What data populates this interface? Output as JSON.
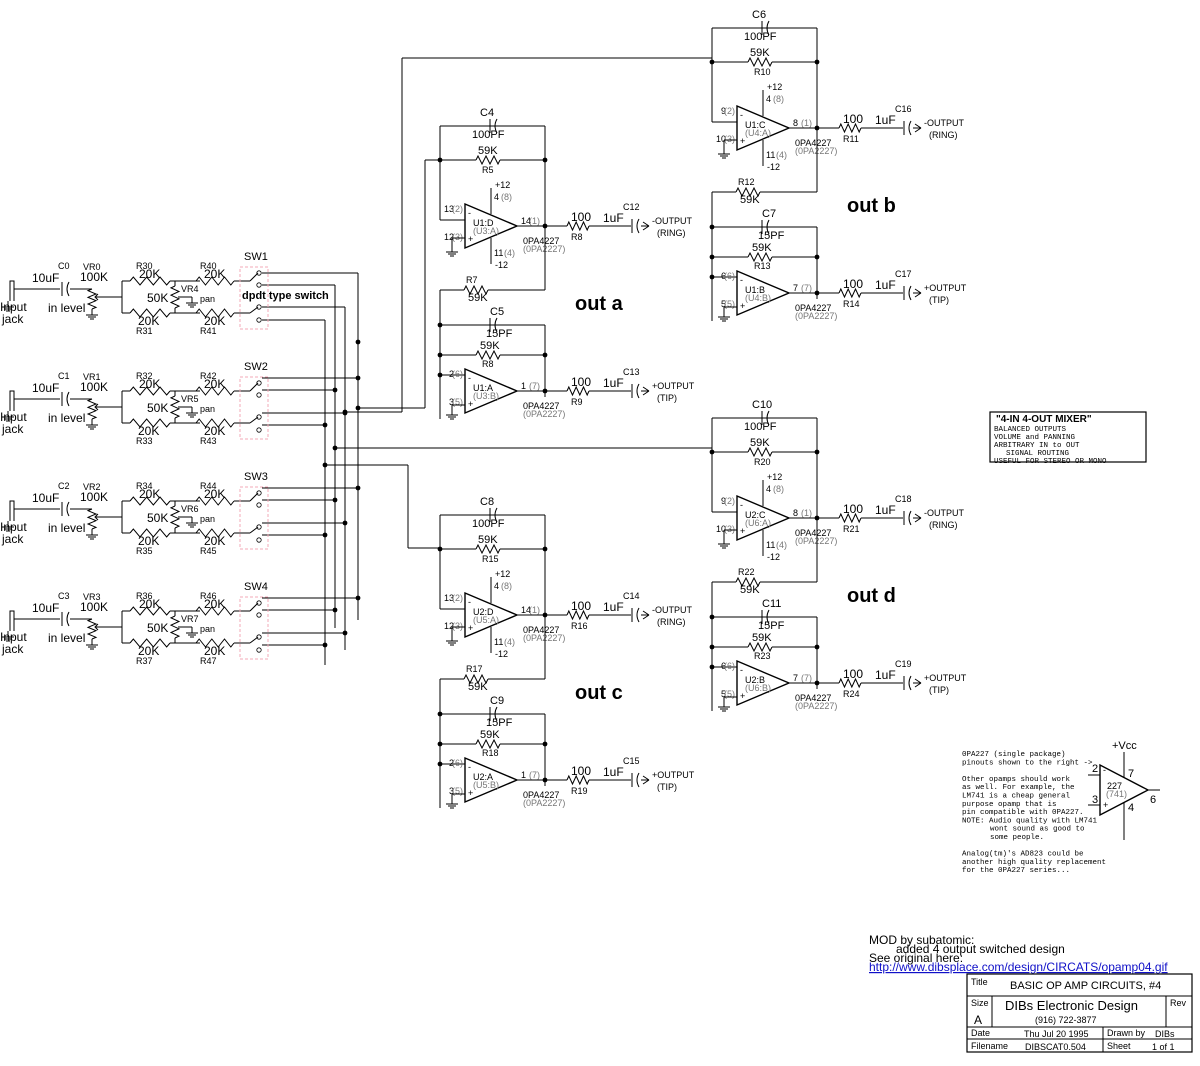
{
  "inputs": [
    {
      "cap": "C0",
      "cap_val": "10uF",
      "pot": "VR0",
      "pot_val": "100K",
      "jack": [
        "Input",
        "jack"
      ],
      "level": "in level",
      "r_top": "R30",
      "r_top_val": "20K",
      "r_bot": "R31",
      "r_bot_val": "20K",
      "pan": "VR4",
      "pan_val": "50K",
      "r_top2": "R40",
      "r_top2_val": "20K",
      "r_bot2": "R41",
      "r_bot2_val": "20K",
      "sw": "SW1"
    },
    {
      "cap": "C1",
      "cap_val": "10uF",
      "pot": "VR1",
      "pot_val": "100K",
      "jack": [
        "Input",
        "jack"
      ],
      "level": "in level",
      "r_top": "R32",
      "r_top_val": "20K",
      "r_bot": "R33",
      "r_bot_val": "20K",
      "pan": "VR5",
      "pan_val": "50K",
      "r_top2": "R42",
      "r_top2_val": "20K",
      "r_bot2": "R43",
      "r_bot2_val": "20K",
      "sw": "SW2"
    },
    {
      "cap": "C2",
      "cap_val": "10uF",
      "pot": "VR2",
      "pot_val": "100K",
      "jack": [
        "Input",
        "jack"
      ],
      "level": "in level",
      "r_top": "R34",
      "r_top_val": "20K",
      "r_bot": "R35",
      "r_bot_val": "20K",
      "pan": "VR6",
      "pan_val": "50K",
      "r_top2": "R44",
      "r_top2_val": "20K",
      "r_bot2": "R45",
      "r_bot2_val": "20K",
      "sw": "SW3"
    },
    {
      "cap": "C3",
      "cap_val": "10uF",
      "pot": "VR3",
      "pot_val": "100K",
      "jack": [
        "Input",
        "jack"
      ],
      "level": "in level",
      "r_top": "R36",
      "r_top_val": "20K",
      "r_bot": "R37",
      "r_bot_val": "20K",
      "pan": "VR7",
      "pan_val": "50K",
      "r_top2": "R46",
      "r_top2_val": "20K",
      "r_bot2": "R47",
      "r_bot2_val": "20K",
      "sw": "SW4"
    }
  ],
  "pan_text": "pan",
  "switch_label": "dpdt type switch",
  "amps": [
    {
      "ring": {
        "fcap": "C4",
        "fcap_val": "100PF",
        "fres": "59K",
        "fres_ref": "R5",
        "unit": "U1:D",
        "pkg": "(U3:A)",
        "ninv": "13",
        "ninv_b": "(2)",
        "inv": "12",
        "inv_b": "(3)",
        "out": "14",
        "out_b": "(1)",
        "vp": "4",
        "vp_b": "(8)",
        "vm": "11",
        "vm_b": "(4)",
        "part": "0PA4227",
        "alt": "(0PA2227)",
        "plus": "+12",
        "minus": "-12",
        "rout": "100",
        "rout_ref": "R8",
        "ocap": "C12",
        "ocap_val": "1uF",
        "out_label": "-OUTPUT",
        "out_sub": "(RING)"
      },
      "link": {
        "ref": "R7",
        "val": "59K"
      },
      "tip": {
        "fcap": "C5",
        "fcap_val": "15PF",
        "fres": "59K",
        "fres_ref": "R8",
        "unit": "U1:A",
        "pkg": "(U3:B)",
        "ninv": "2",
        "ninv_b": "(6)",
        "inv": "3",
        "inv_b": "(5)",
        "out": "1",
        "out_b": "(7)",
        "part": "0PA4227",
        "alt": "(0PA2227)",
        "rout": "100",
        "rout_ref": "R9",
        "ocap": "C13",
        "ocap_val": "1uF",
        "out_label": "+OUTPUT",
        "out_sub": "(TIP)"
      },
      "title": "out a"
    },
    {
      "ring": {
        "fcap": "C6",
        "fcap_val": "100PF",
        "fres": "59K",
        "fres_ref": "R10",
        "unit": "U1:C",
        "pkg": "(U4:A)",
        "ninv": "9",
        "ninv_b": "(2)",
        "inv": "10",
        "inv_b": "(3)",
        "out": "8",
        "out_b": "(1)",
        "vp": "4",
        "vp_b": "(8)",
        "vm": "11",
        "vm_b": "(4)",
        "part": "0PA4227",
        "alt": "(0PA2227)",
        "plus": "+12",
        "minus": "-12",
        "rout": "100",
        "rout_ref": "R11",
        "ocap": "C16",
        "ocap_val": "1uF",
        "out_label": "-OUTPUT",
        "out_sub": "(RING)"
      },
      "link": {
        "ref": "R12",
        "val": "59K"
      },
      "tip": {
        "fcap": "C7",
        "fcap_val": "15PF",
        "fres": "59K",
        "fres_ref": "R13",
        "unit": "U1:B",
        "pkg": "(U4:B)",
        "ninv": "6",
        "ninv_b": "(6)",
        "inv": "5",
        "inv_b": "(5)",
        "out": "7",
        "out_b": "(7)",
        "part": "0PA4227",
        "alt": "(0PA2227)",
        "rout": "100",
        "rout_ref": "R14",
        "ocap": "C17",
        "ocap_val": "1uF",
        "out_label": "+OUTPUT",
        "out_sub": "(TIP)"
      },
      "title": "out b"
    },
    {
      "ring": {
        "fcap": "C8",
        "fcap_val": "100PF",
        "fres": "59K",
        "fres_ref": "R15",
        "unit": "U2:D",
        "pkg": "(U5:A)",
        "ninv": "13",
        "ninv_b": "(2)",
        "inv": "12",
        "inv_b": "(3)",
        "out": "14",
        "out_b": "(1)",
        "vp": "4",
        "vp_b": "(8)",
        "vm": "11",
        "vm_b": "(4)",
        "part": "0PA4227",
        "alt": "(0PA2227)",
        "plus": "+12",
        "minus": "-12",
        "rout": "100",
        "rout_ref": "R16",
        "ocap": "C14",
        "ocap_val": "1uF",
        "out_label": "-OUTPUT",
        "out_sub": "(RING)"
      },
      "link": {
        "ref": "R17",
        "val": "59K"
      },
      "tip": {
        "fcap": "C9",
        "fcap_val": "15PF",
        "fres": "59K",
        "fres_ref": "R18",
        "unit": "U2:A",
        "pkg": "(U5:B)",
        "ninv": "2",
        "ninv_b": "(6)",
        "inv": "3",
        "inv_b": "(5)",
        "out": "1",
        "out_b": "(7)",
        "part": "0PA4227",
        "alt": "(0PA2227)",
        "rout": "100",
        "rout_ref": "R19",
        "ocap": "C15",
        "ocap_val": "1uF",
        "out_label": "+OUTPUT",
        "out_sub": "(TIP)"
      },
      "title": "out c"
    },
    {
      "ring": {
        "fcap": "C10",
        "fcap_val": "100PF",
        "fres": "59K",
        "fres_ref": "R20",
        "unit": "U2:C",
        "pkg": "(U6:A)",
        "ninv": "9",
        "ninv_b": "(2)",
        "inv": "10",
        "inv_b": "(3)",
        "out": "8",
        "out_b": "(1)",
        "vp": "4",
        "vp_b": "(8)",
        "vm": "11",
        "vm_b": "(4)",
        "part": "0PA4227",
        "alt": "(0PA2227)",
        "plus": "+12",
        "minus": "-12",
        "rout": "100",
        "rout_ref": "R21",
        "ocap": "C18",
        "ocap_val": "1uF",
        "out_label": "-OUTPUT",
        "out_sub": "(RING)"
      },
      "link": {
        "ref": "R22",
        "val": "59K"
      },
      "tip": {
        "fcap": "C11",
        "fcap_val": "15PF",
        "fres": "59K",
        "fres_ref": "R23",
        "unit": "U2:B",
        "pkg": "(U6:B)",
        "ninv": "6",
        "ninv_b": "(6)",
        "inv": "5",
        "inv_b": "(5)",
        "out": "7",
        "out_b": "(7)",
        "part": "0PA4227",
        "alt": "(0PA2227)",
        "rout": "100",
        "rout_ref": "R24",
        "ocap": "C19",
        "ocap_val": "1uF",
        "out_label": "+OUTPUT",
        "out_sub": "(TIP)"
      },
      "title": "out d"
    }
  ],
  "info_box": {
    "title": "\"4-IN 4-OUT MIXER\"",
    "lines": [
      "BALANCED OUTPUTS",
      "VOLUME and PANNING",
      "ARBITRARY IN to OUT",
      "SIGNAL ROUTING",
      "USEFUL FOR STEREO OR MONO"
    ]
  },
  "notes": [
    "0PA227 (single package)",
    "pinouts shown to the right ->",
    "",
    "Other opamps should work",
    "as well. For example, the",
    "LM741 is a cheap general",
    "purpose opamp that is",
    "pin compatible with 0PA227.",
    "NOTE: Audio quality with LM741",
    "wont sound as good to",
    "some people.",
    "",
    "Analog(tm)'s AD823 could be",
    "another high quality replacement",
    "for the 0PA227 series..."
  ],
  "pinout": {
    "vcc": "+Vcc",
    "p2": "2",
    "p3": "3",
    "p4": "4",
    "p6": "6",
    "p7": "7",
    "part": "227",
    "alt": "(741)"
  },
  "mod": {
    "line1": "MOD by subatomic:",
    "line2": "added 4 output switched design",
    "line3": "See original here:",
    "url": "http://www.dibsplace.com/design/CIRCATS/opamp04.gif"
  },
  "title_block": {
    "title_label": "Title",
    "title": "BASIC OP AMP CIRCUITS, #4",
    "size_label": "Size",
    "size": "A",
    "company": "DIBs Electronic Design",
    "phone": "(916) 722-3877",
    "rev_label": "Rev",
    "date_label": "Date",
    "date": "Thu Jul 20 1995",
    "drawn_label": "Drawn by",
    "drawn": "DIBs",
    "file_label": "Filename",
    "file": "DIBSCAT0.504",
    "sheet_label": "Sheet",
    "sheet": "1 of 1"
  }
}
